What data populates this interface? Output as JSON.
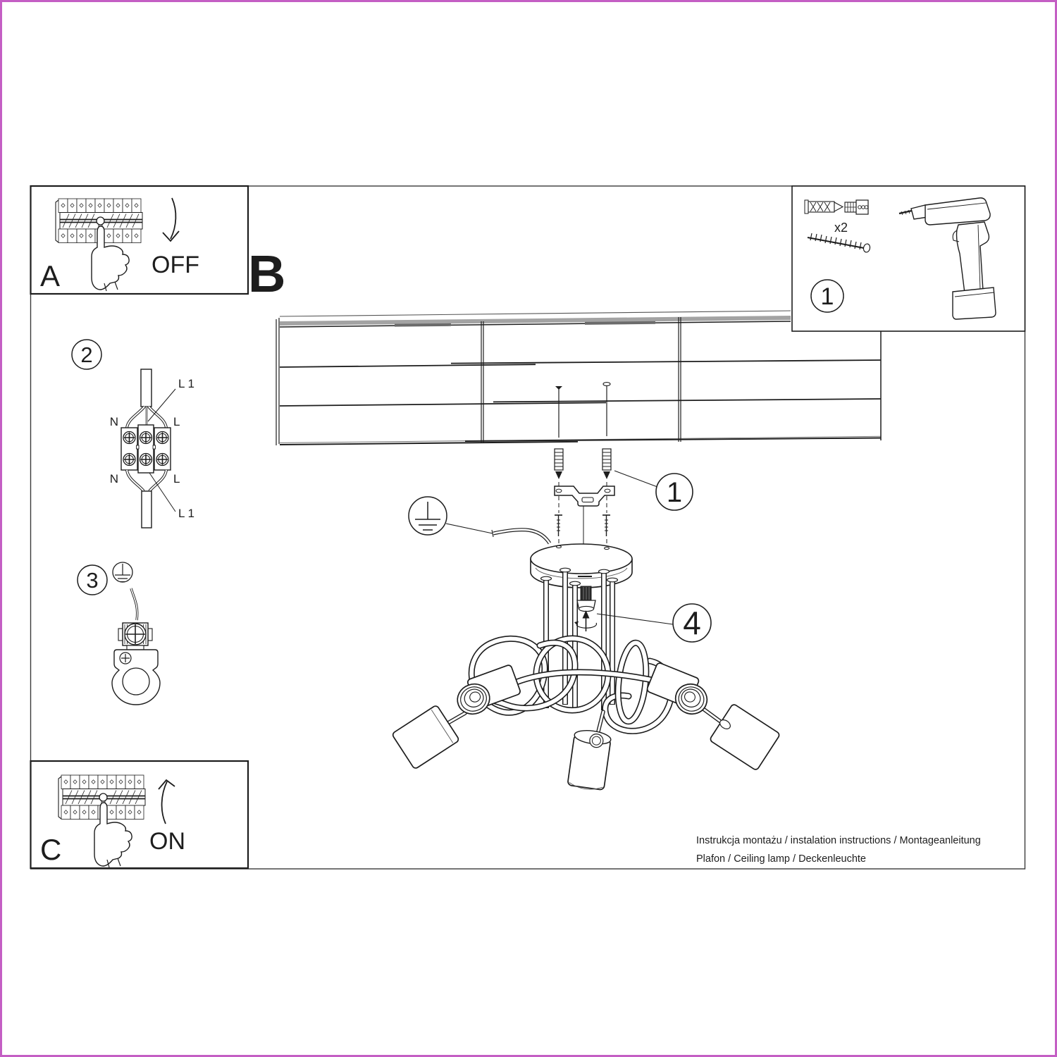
{
  "colors": {
    "border": "#c45ec4",
    "ink": "#1d1d1d"
  },
  "panels": {
    "a": "A",
    "b": "B",
    "c": "C",
    "off": "OFF",
    "on": "ON"
  },
  "badges": {
    "tools": "1",
    "wiring": "2",
    "ground": "3",
    "bracket": "1",
    "socket": "4"
  },
  "tools": {
    "anchor_count": "x2"
  },
  "wiring": {
    "n_top": "N",
    "l_top": "L",
    "n_bottom": "N",
    "l_bottom": "L",
    "l1_top": "L 1",
    "l1_bottom": "L 1"
  },
  "footer": {
    "line1": "Instrukcja montażu / instalation instructions / Montageanleitung",
    "line2": "Plafon / Ceiling lamp / Deckenleuchte"
  }
}
